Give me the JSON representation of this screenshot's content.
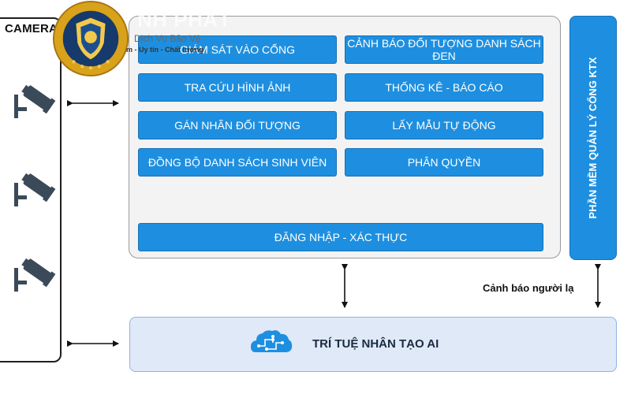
{
  "camera": {
    "title": "CAMERA"
  },
  "brand": {
    "name": "NH PHÁT",
    "tagline": "Dịch Vụ Bảo Vệ",
    "slogan": "m - Uy tín - Chất lượng"
  },
  "functions": [
    "GIÁM SÁT VÀO CỔNG",
    "CẢNH BÁO ĐỐI TƯỢNG DANH SÁCH ĐEN",
    "TRA CỨU HÌNH ẢNH",
    "THỐNG KÊ - BÁO CÁO",
    "GÁN NHÃN ĐỐI TƯỢNG",
    "LẤY MẪU TỰ ĐỘNG",
    "ĐỒNG BỘ DANH SÁCH SINH VIÊN",
    "PHÂN QUYỀN"
  ],
  "login": "ĐĂNG NHẬP - XÁC THỰC",
  "right_panel": "PHẦN MỀM QUẢN LÝ CỔNG KTX",
  "alert": "Cảnh báo người lạ",
  "ai": "TRÍ TUỆ NHÂN TẠO AI",
  "colors": {
    "button_blue": "#1e8fe0",
    "panel_grey": "#f3f3f3",
    "ai_panel": "#dfe9f8"
  },
  "icons": [
    "camera-icon",
    "ai-brain-icon",
    "shield-logo-icon"
  ]
}
